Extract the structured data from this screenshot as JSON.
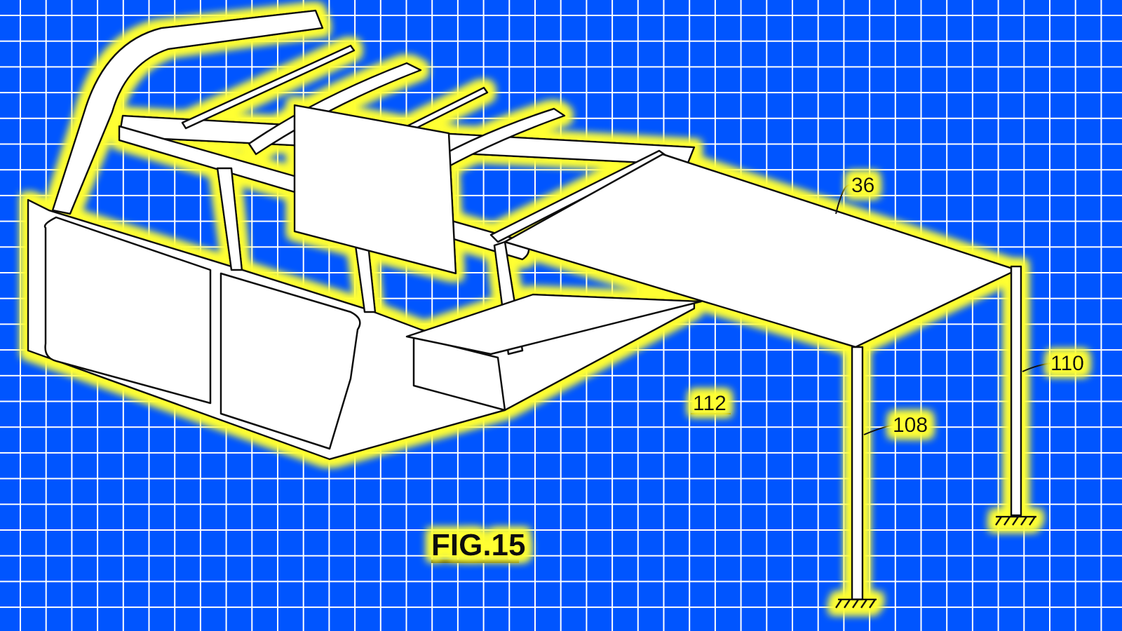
{
  "figure": {
    "title": "FIG.15",
    "labels": {
      "awning": "36",
      "rear_post": "110",
      "front_post": "108",
      "ground_area": "112"
    }
  },
  "colors": {
    "background": "#0055ff",
    "grid": "#ffffff",
    "glow": "#ffff33",
    "drawing_fill": "#ffffff",
    "ink": "#111111"
  }
}
